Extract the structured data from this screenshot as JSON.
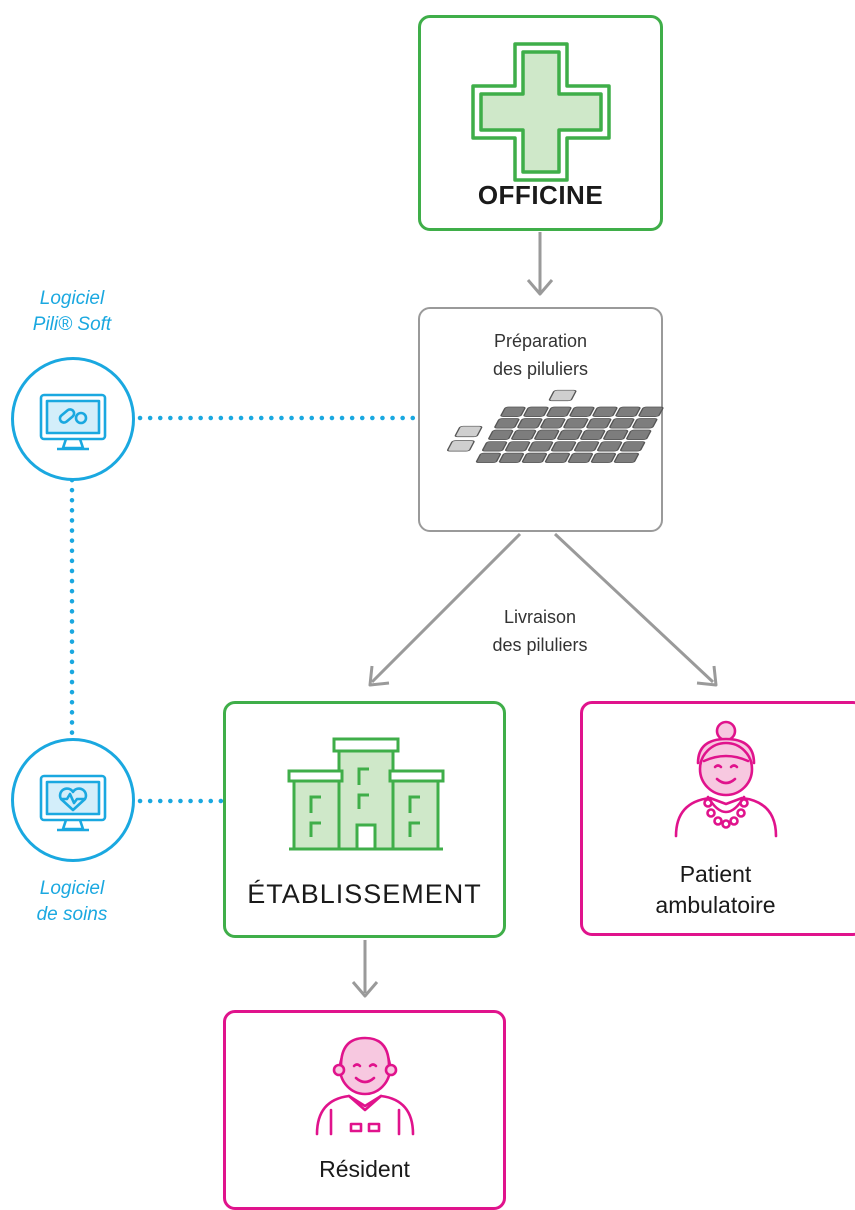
{
  "nodes": {
    "officine": "OFFICINE",
    "preparation": [
      "Préparation",
      "des piluliers"
    ],
    "etablissement": "ÉTABLISSEMENT",
    "patient": [
      "Patient",
      "ambulatoire"
    ],
    "resident": "Résident"
  },
  "edges": {
    "livraison": [
      "Livraison",
      "des piluliers"
    ]
  },
  "software": {
    "pili_soft": [
      "Logiciel",
      "Pili® Soft"
    ],
    "soins": [
      "Logiciel",
      "de soins"
    ]
  },
  "colors": {
    "green": "#3fae49",
    "green_fill": "#cfe8c9",
    "pink": "#e0138c",
    "pink_fill": "#f7c8e0",
    "blue": "#1aa8e0",
    "gray": "#9a9a9a"
  },
  "icons": {
    "officine": "pharmacy-cross-icon",
    "preparation": "pill-organizer-icon",
    "etablissement": "hospital-building-icon",
    "patient": "elderly-woman-icon",
    "resident": "elderly-man-icon",
    "pili_soft": "monitor-pills-icon",
    "soins": "monitor-heart-icon"
  }
}
